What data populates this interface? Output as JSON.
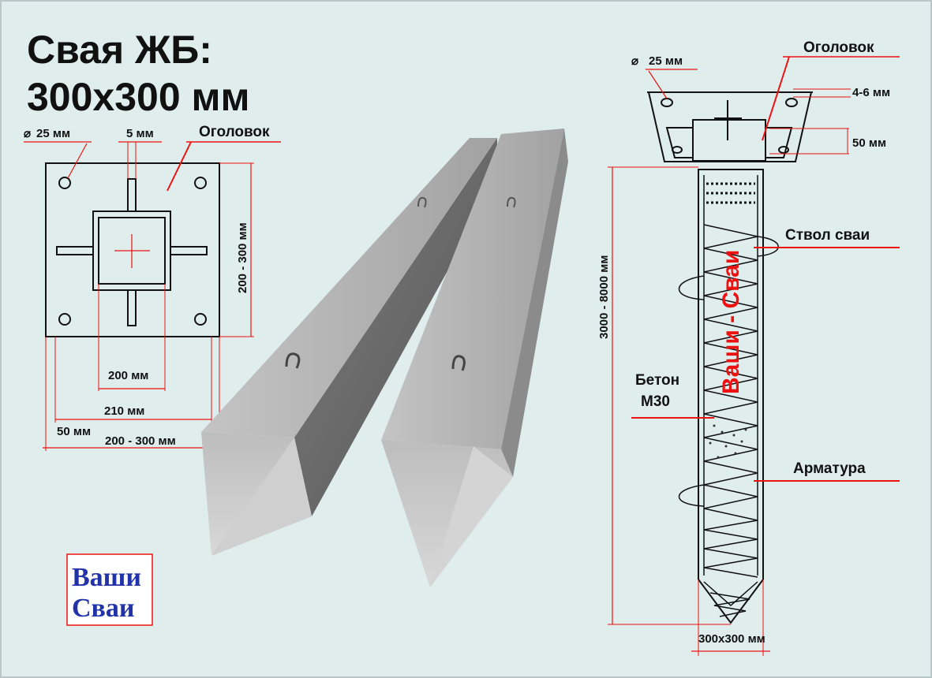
{
  "title": {
    "line1": "Свая ЖБ:",
    "line2": "300х300 мм"
  },
  "top_view": {
    "hole_dia": "25 мм",
    "slot_width": "5 мм",
    "cap_label": "Оголовок",
    "height_range": "200 - 300 мм",
    "inner_width": "200 мм",
    "plate_inner": "210 мм",
    "offset": "50 мм",
    "width_range": "200 - 300 мм"
  },
  "side_view": {
    "hole_dia": "25 мм",
    "cap_label": "Оголовок",
    "plate_thickness": "4-6 мм",
    "cap_height": "50 мм",
    "length_range": "3000 - 8000 мм",
    "shaft_label": "Ствол сваи",
    "concrete_label_1": "Бетон",
    "concrete_label_2": "М30",
    "rebar_label": "Арматура",
    "section": "300х300 мм",
    "watermark": "Ваши - Сваи"
  },
  "logo": {
    "line1": "Ваши",
    "line2": "Сваи"
  },
  "colors": {
    "background": "#dfeeed",
    "accent": "#ee1111",
    "logo_text": "#2233aa",
    "concrete": "#a8a8a8"
  }
}
